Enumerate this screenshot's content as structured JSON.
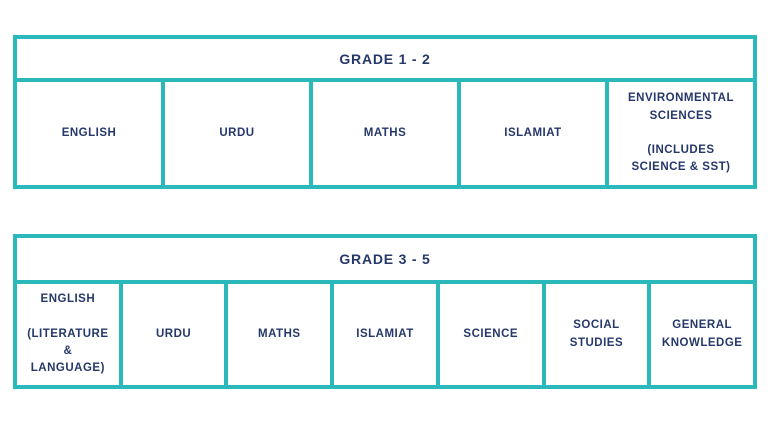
{
  "colors": {
    "border": "#2ab8ba",
    "text": "#26386b",
    "background": "#ffffff"
  },
  "tables": [
    {
      "title": "GRADE 1 - 2",
      "cells": [
        {
          "label": "ENGLISH"
        },
        {
          "label": "URDU"
        },
        {
          "label": "MATHS"
        },
        {
          "label": "ISLAMIAT"
        },
        {
          "label": "ENVIRONMENTAL\nSCIENCES\n\n(INCLUDES\nSCIENCE & SST)"
        }
      ]
    },
    {
      "title": "GRADE 3 - 5",
      "cells": [
        {
          "label": "ENGLISH\n\n(LITERATURE &\nLANGUAGE)"
        },
        {
          "label": "URDU"
        },
        {
          "label": "MATHS"
        },
        {
          "label": "ISLAMIAT"
        },
        {
          "label": "SCIENCE"
        },
        {
          "label": "SOCIAL\nSTUDIES"
        },
        {
          "label": "GENERAL\nKNOWLEDGE"
        }
      ]
    }
  ]
}
